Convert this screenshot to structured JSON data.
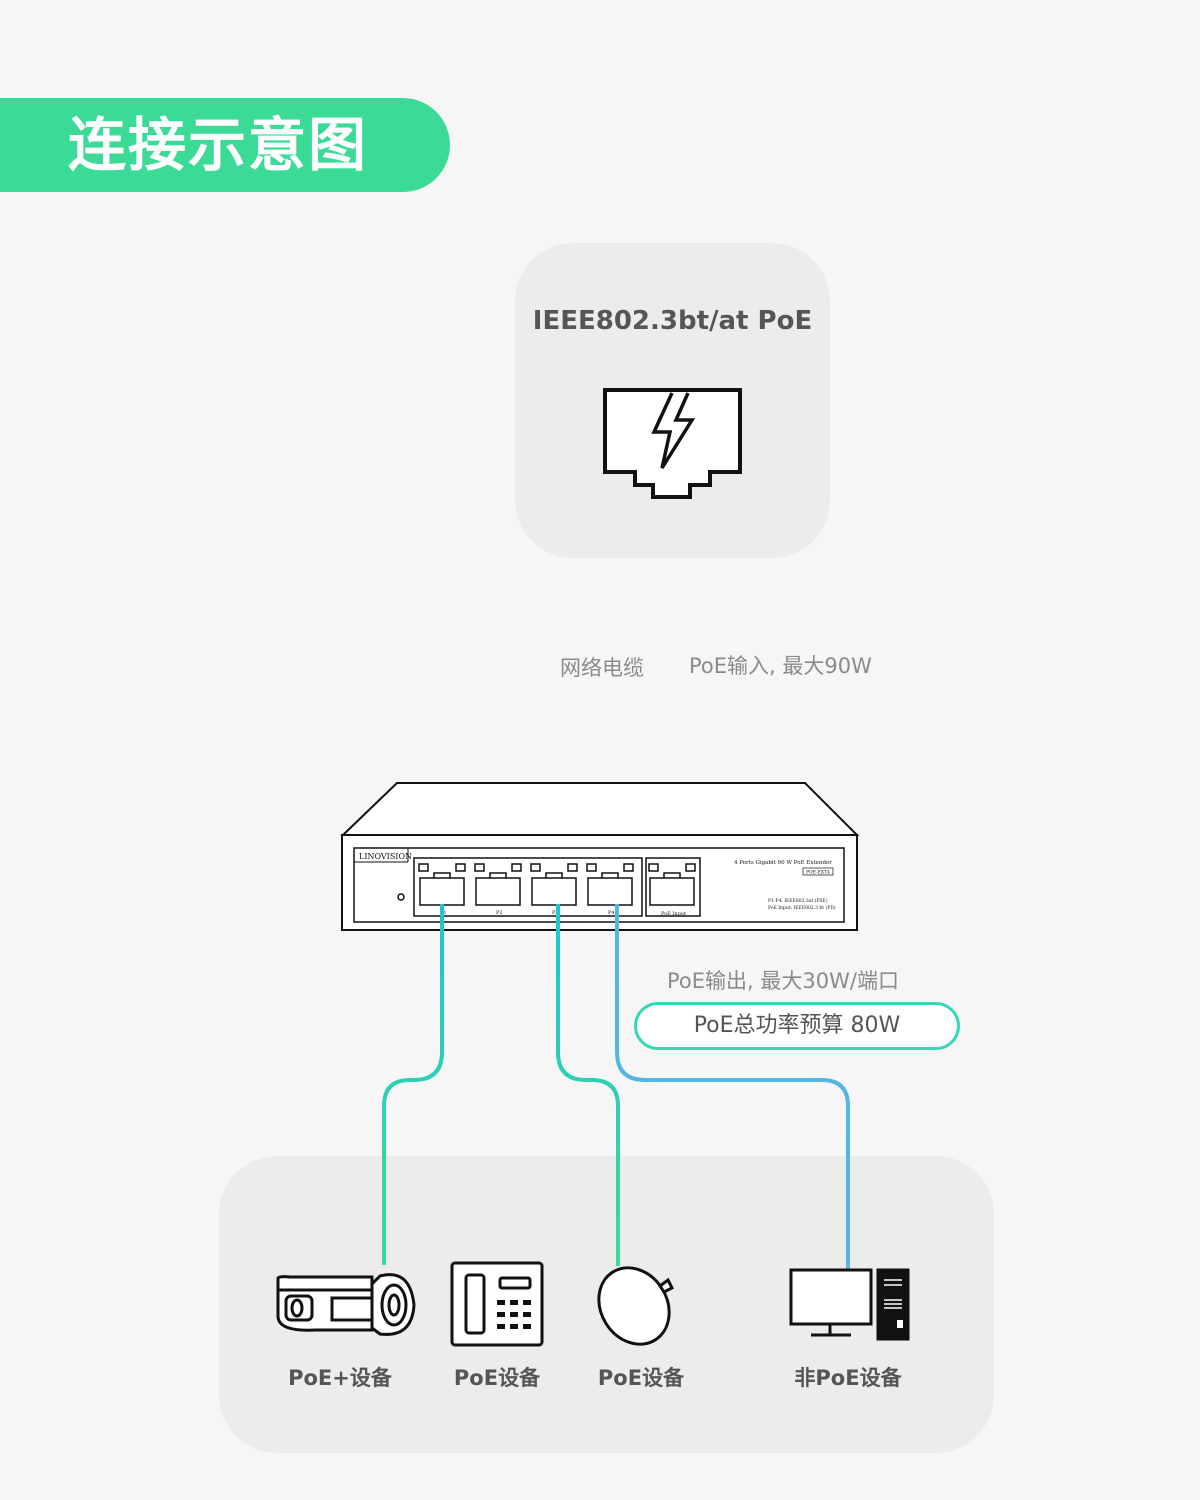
{
  "header": {
    "title": "连接示意图"
  },
  "source": {
    "title": "IEEE802.3bt/at PoE",
    "icon": "poe-power-jack-icon"
  },
  "labels": {
    "cable": "网络电缆",
    "poe_input": "PoE输入, 最大90W",
    "poe_output": "PoE输出, 最大30W/端口",
    "budget": "PoE总功率预算 80W"
  },
  "switch": {
    "brand": "LINOVISION",
    "model_line": "4 Ports Gigabit 90  W PoE Extender",
    "model_code": "POE-EXT4",
    "spec_line1": "P1-P4: IEEE802.3at    (PSE)",
    "spec_line2": "PoE Input: IEEE802.3    bt (PD)",
    "port_labels": [
      "P1",
      "P2",
      "P3",
      "P4"
    ],
    "input_label": "PoE Input"
  },
  "devices": [
    {
      "label": "PoE+设备",
      "icon": "bullet-camera-icon"
    },
    {
      "label": "PoE设备",
      "icon": "ip-phone-icon"
    },
    {
      "label": "PoE设备",
      "icon": "access-point-icon"
    },
    {
      "label": "非PoE设备",
      "icon": "desktop-computer-icon"
    }
  ],
  "colors": {
    "accent_green": "#3bdb97",
    "cable_teal": "#26c7c0",
    "cable_blue": "#5ab4e0"
  }
}
